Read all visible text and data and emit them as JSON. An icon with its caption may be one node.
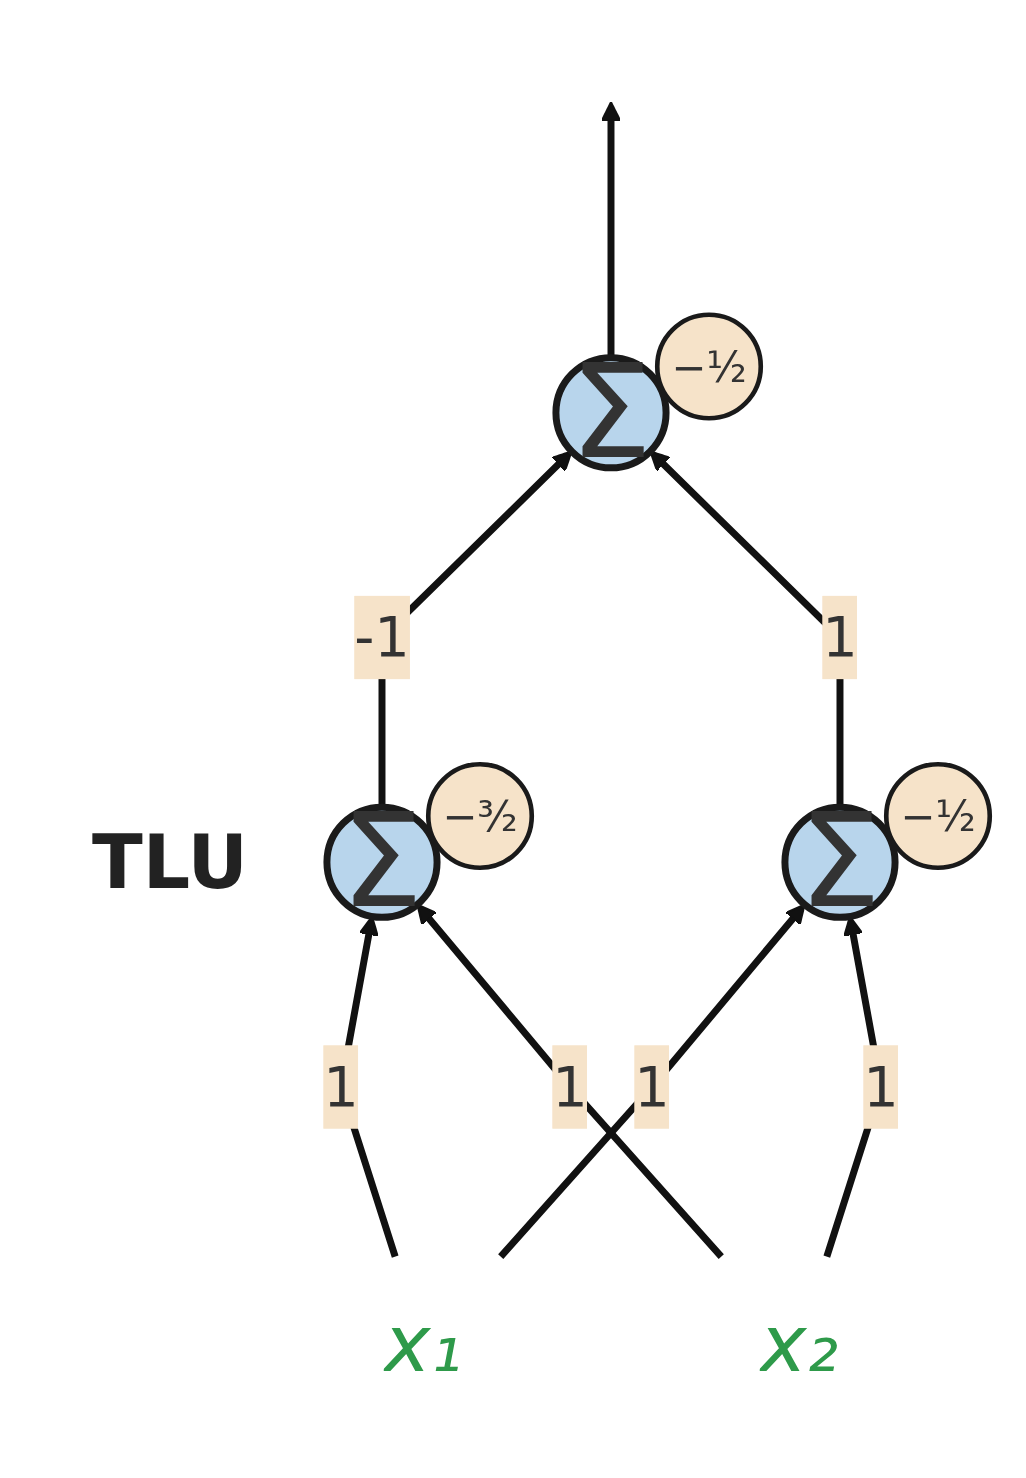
{
  "diagram": {
    "nodes": [
      {
        "text": [
          "Σ"
        ]
      },
      {
        "text": [
          "−½"
        ]
      },
      {
        "text": [
          "Σ"
        ],
        "beside": [
          "TLU"
        ]
      },
      {
        "text": [
          "−³⁄₂"
        ]
      },
      {
        "text": [
          "Σ"
        ]
      },
      {
        "text": [
          "−½"
        ]
      },
      {
        "text": [
          "x₁"
        ]
      },
      {
        "text": [
          "x₂"
        ]
      }
    ],
    "edges": [
      {
        "from": 0,
        "to": null,
        "arrow": "to"
      },
      {
        "from": 2,
        "to": 0,
        "arrow": "to",
        "label": "-1"
      },
      {
        "from": 4,
        "to": 0,
        "arrow": "to",
        "label": "1"
      },
      {
        "from": 6,
        "to": 2,
        "arrow": "to",
        "label": "1"
      },
      {
        "from": 7,
        "to": 2,
        "arrow": "to",
        "label": "1"
      },
      {
        "from": 6,
        "to": 4,
        "arrow": "to",
        "label": "1"
      },
      {
        "from": 7,
        "to": 4,
        "arrow": "to",
        "label": "1"
      }
    ]
  }
}
